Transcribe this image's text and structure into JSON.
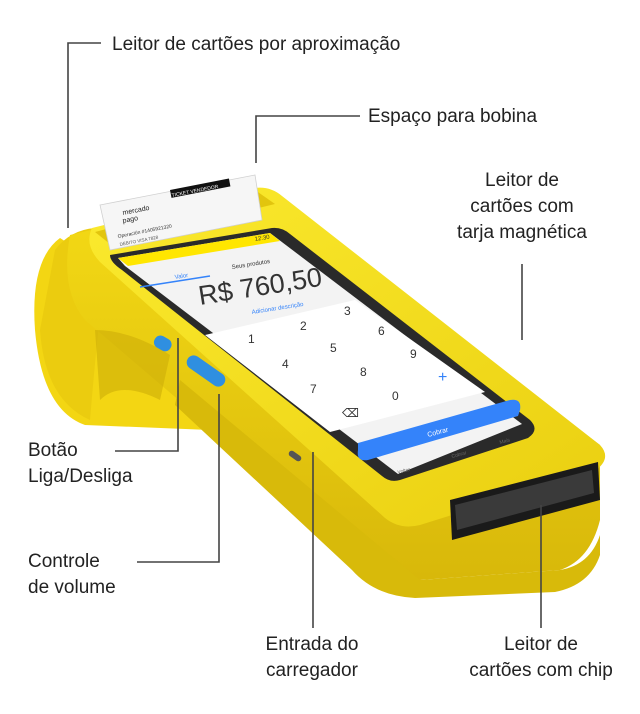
{
  "labels": {
    "contactless_reader": "Leitor de cartões por aproximação",
    "paper_roll": "Espaço para bobina",
    "magstripe": [
      "Leitor de",
      "cartões com",
      "tarja magnética"
    ],
    "power_button": [
      "Botão",
      "Liga/Desliga"
    ],
    "volume": [
      "Controle",
      "de volume"
    ],
    "charger": [
      "Entrada do",
      "carregador"
    ],
    "chip_reader": [
      "Leitor de",
      "cartões com chip"
    ]
  },
  "device": {
    "status_time": "12:30",
    "tabs": [
      "Valor",
      "Seus produtos"
    ],
    "amount": "R$ 760,50",
    "add_description": "Adicionar descrição",
    "keypad": [
      "1",
      "2",
      "3",
      "4",
      "5",
      "6",
      "7",
      "8",
      "9",
      "⌫",
      "0",
      "+"
    ],
    "charge_button": "Cobrar",
    "bottom_nav": [
      "Voltar",
      "Cobrar",
      "Mais"
    ],
    "receipt": {
      "brand": [
        "mercado",
        "pago"
      ],
      "ticket": "TICKET VENDEDOR",
      "operation": "Operación #1405921320",
      "card": "DÉBITO VISA 7828"
    }
  },
  "colors": {
    "device_yellow": "#F7E21B",
    "device_shadow": "#D9BE0C",
    "accent_blue": "#3483FA",
    "screen_bg": "#F3F3F3"
  }
}
